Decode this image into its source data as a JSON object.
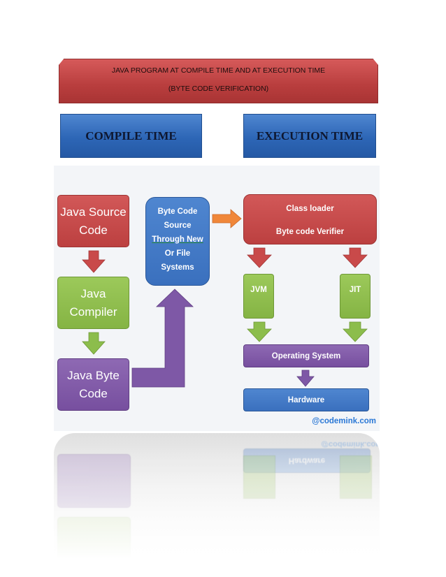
{
  "header": {
    "title_line1": "JAVA PROGRAM AT COMPILE TIME AND AT EXECUTION TIME",
    "title_line2": "(BYTE CODE VERIFICATION)"
  },
  "phases": {
    "compile": "COMPILE TIME",
    "execution": "EXECUTION TIME"
  },
  "compile_flow": {
    "source": [
      "Java Source",
      "Code"
    ],
    "compiler": [
      "Java",
      "Compiler"
    ],
    "bytecode": [
      "Java Byte",
      "Code"
    ]
  },
  "bytecode_source": {
    "lines": [
      "Byte Code",
      "Source",
      "Through New",
      "Or File",
      "Systems"
    ]
  },
  "execution_flow": {
    "classloader": "Class loader",
    "verifier": "Byte code Verifier",
    "jvm": "JVM",
    "jit": "JIT",
    "os": "Operating System",
    "hardware": "Hardware"
  },
  "credit": "@codemink.com",
  "colors": {
    "red": "#c04545",
    "green": "#8cbd4c",
    "purple": "#7e58a6",
    "blue": "#3a70be",
    "orange_arrow": "#f0873a",
    "credit_text": "#2a78d6"
  }
}
